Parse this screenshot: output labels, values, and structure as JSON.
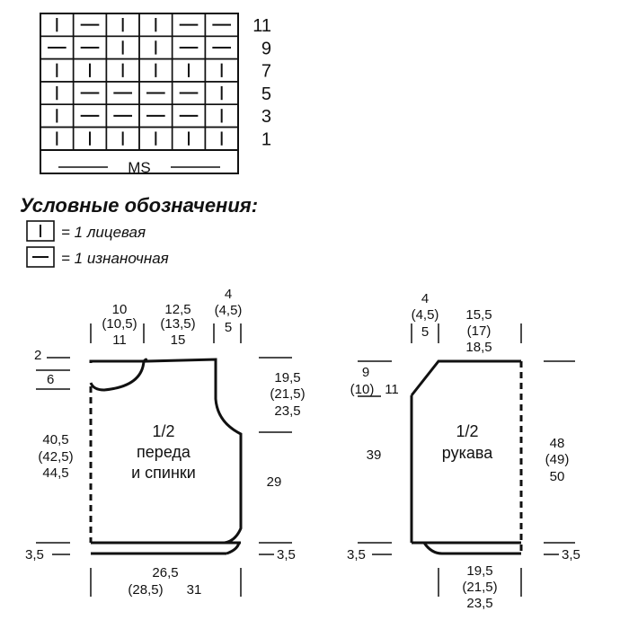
{
  "stitch_chart": {
    "row_numbers": [
      "11",
      "9",
      "7",
      "5",
      "3",
      "1"
    ],
    "grid": [
      [
        "knit_purl",
        "purl",
        "knit",
        "knit",
        "purl",
        "purl"
      ],
      [
        "purl",
        "purl",
        "knit",
        "knit",
        "purl",
        "purl"
      ],
      [
        "knit",
        "knit",
        "knit",
        "knit",
        "knit",
        "knit"
      ],
      [
        "knit",
        "purl",
        "purl",
        "purl",
        "purl",
        "knit"
      ],
      [
        "knit",
        "purl",
        "purl",
        "purl",
        "purl",
        "knit"
      ],
      [
        "knit",
        "knit",
        "knit",
        "knit",
        "knit",
        "knit"
      ]
    ],
    "repeat_label": "MS"
  },
  "legend": {
    "title": "Условные обозначения:",
    "knit": "= 1 лицевая",
    "purl": "= 1 изнаночная"
  },
  "body_piece": {
    "label_line1": "1/2",
    "label_line2": "переда",
    "label_line3": "и спинки",
    "top_w1": [
      "10",
      "(10,5)",
      "11"
    ],
    "top_w2": [
      "12,5",
      "(13,5)",
      "15"
    ],
    "top_w3": [
      "4",
      "(4,5)",
      "5"
    ],
    "neck_depth_back": "2",
    "neck_depth_front": "6",
    "armhole_h": [
      "19,5",
      "(21,5)",
      "23,5"
    ],
    "total_h": [
      "40,5",
      "(42,5)",
      "44,5"
    ],
    "side_h": "29",
    "rib_left": "3,5",
    "rib_right": "3,5",
    "bottom_w": [
      "26,5",
      "(28,5)",
      "31"
    ]
  },
  "sleeve_piece": {
    "label_line1": "1/2",
    "label_line2": "рукава",
    "top_w1": [
      "4",
      "(4,5)",
      "5"
    ],
    "top_w2": [
      "15,5",
      "(17)",
      "18,5"
    ],
    "cap_h": [
      "9",
      "(10)",
      "11"
    ],
    "left_h": "39",
    "total_h": [
      "48",
      "(49)",
      "50"
    ],
    "rib_left": "3,5",
    "rib_right": "3,5",
    "bottom_w": [
      "19,5",
      "(21,5)",
      "23,5"
    ]
  }
}
